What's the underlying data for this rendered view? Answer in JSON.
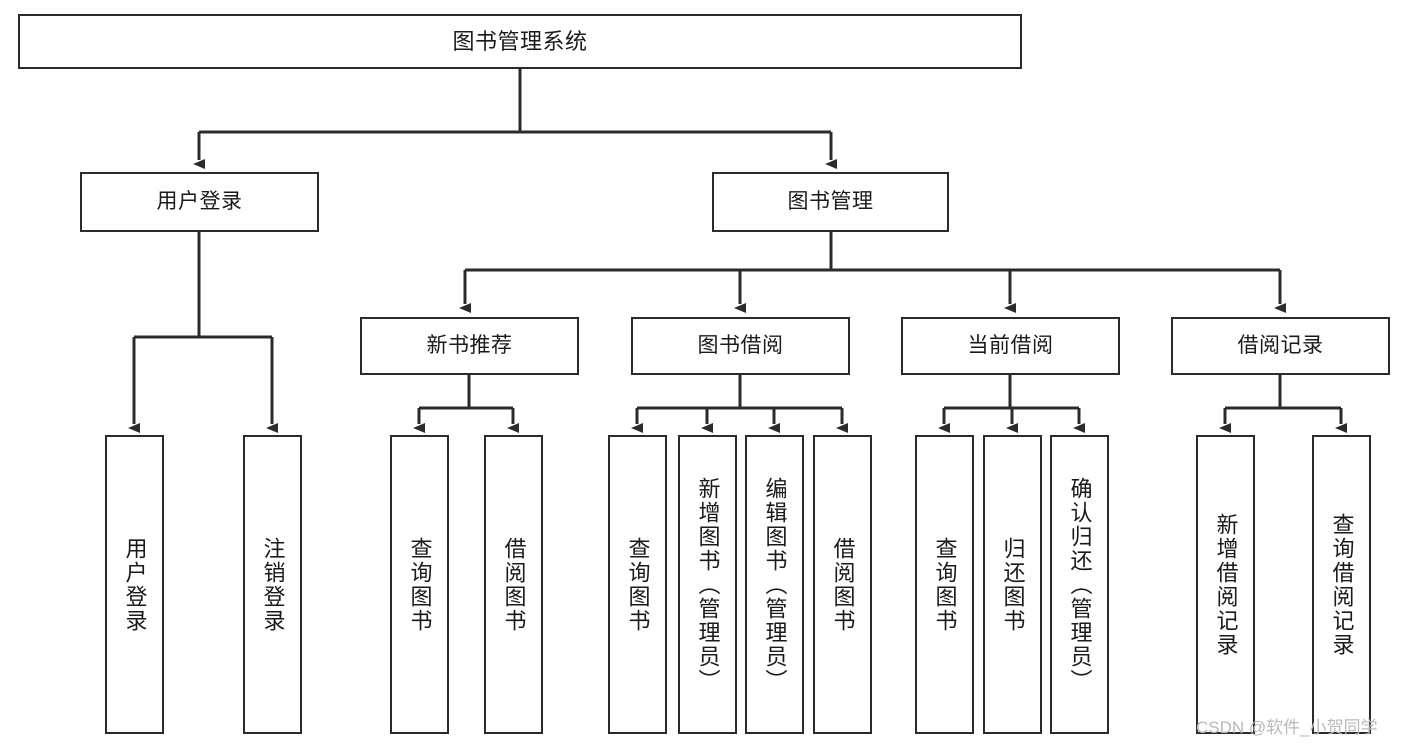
{
  "diagram": {
    "title": "图书管理系统",
    "type": "hierarchy-tree",
    "watermark": "CSDN @软件_小贺同学",
    "colors": {
      "box_border": "#2b2b2b",
      "box_fill": "#ffffff",
      "edge": "#2b2b2b",
      "text": "#1a1a1a",
      "watermark": "#b9b9b9"
    },
    "nodes": {
      "root": {
        "label": "图书管理系统"
      },
      "level2": [
        {
          "label": "用户登录"
        },
        {
          "label": "图书管理"
        }
      ],
      "level3": [
        {
          "label": "新书推荐"
        },
        {
          "label": "图书借阅"
        },
        {
          "label": "当前借阅"
        },
        {
          "label": "借阅记录"
        }
      ],
      "leaves": {
        "user_login": [
          {
            "label": "用户登录"
          },
          {
            "label": "注销登录"
          }
        ],
        "new_book_recommend": [
          {
            "label": "查询图书"
          },
          {
            "label": "借阅图书"
          }
        ],
        "book_borrow": [
          {
            "label": "查询图书"
          },
          {
            "label": "新增图书（管理员）"
          },
          {
            "label": "编辑图书（管理员）"
          },
          {
            "label": "借阅图书"
          }
        ],
        "current_borrow": [
          {
            "label": "查询图书"
          },
          {
            "label": "归还图书"
          },
          {
            "label": "确认归还（管理员）"
          }
        ],
        "borrow_record": [
          {
            "label": "新增借阅记录"
          },
          {
            "label": "查询借阅记录"
          }
        ]
      }
    }
  }
}
